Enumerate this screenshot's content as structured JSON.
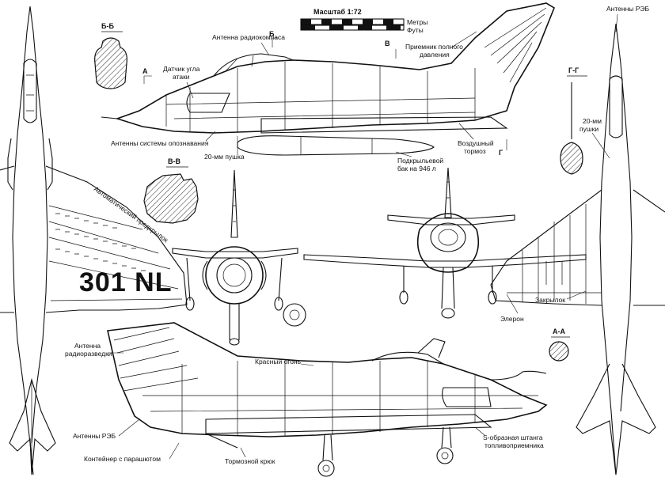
{
  "scale": {
    "title": "Масштаб 1:72",
    "unit_meters": "Метры",
    "unit_feet": "Футы"
  },
  "sections": {
    "bb": "Б-Б",
    "vv": "В-В",
    "gg": "Г-Г",
    "aa": "А-А",
    "mark_a": "А",
    "mark_b": "Б",
    "mark_v": "В",
    "mark_g": "Г"
  },
  "labels": {
    "radio_compass": "Антенна радиокомпаса",
    "aoa_sensor_1": "Датчик угла",
    "aoa_sensor_2": "атаки",
    "pitot_1": "Приемник полного",
    "pitot_2": "давления",
    "iff_antennas": "Антенны системы опознавания",
    "gun_20mm": "20-мм пушка",
    "airbrake_1": "Воздушный",
    "airbrake_2": "тормоз",
    "drop_tank_1": "Подкрыльевой",
    "drop_tank_2": "бак на 946 л",
    "slat": "Автоматический предкрылок",
    "ecm_top": "Антенны РЭБ",
    "guns_top_1": "20-мм",
    "guns_top_2": "пушки",
    "flap": "Закрылок",
    "aileron": "Элерон",
    "recon_antenna_1": "Антенна",
    "recon_antenna_2": "радиоразведки",
    "red_light": "Красный огонь",
    "ecm_bottom": "Антенны РЭБ",
    "chute_container": "Контейнер с парашютом",
    "tail_hook": "Тормозной крюк",
    "refuel_probe_1": "S-образная штанга",
    "refuel_probe_2": "топливоприемника"
  },
  "side_code": "301 NL"
}
